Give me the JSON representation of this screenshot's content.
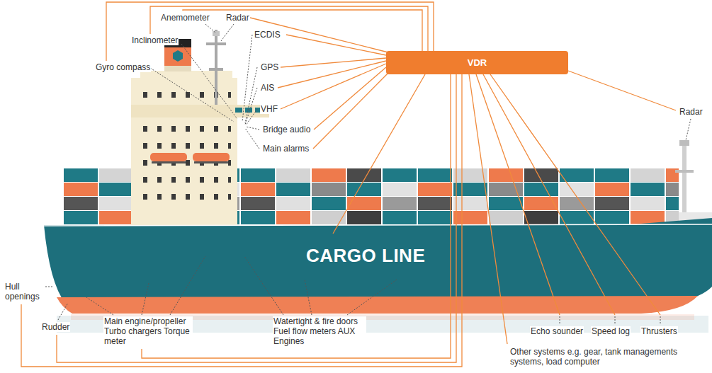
{
  "diagram": {
    "nodes": [
      {
        "text": [
          "VDR"
        ]
      }
    ],
    "labels": [
      "Anemometer",
      "Radar",
      "ECDIS",
      "Inclinometer",
      "Gyro compass",
      "GPS",
      "AIS",
      "VHF",
      "Bridge audio",
      "Main alarms",
      "Radar",
      "CARGO LINE",
      "Hull openings",
      "Rudder",
      "Main engine/propeller Turbo chargers Torque meter",
      "Watertight & fire doors Fuel flow meters AUX Engines",
      "Echo sounder",
      "Speed log",
      "Thrusters",
      "Other systems e.g. gear, tank managements systems, load computer"
    ]
  }
}
